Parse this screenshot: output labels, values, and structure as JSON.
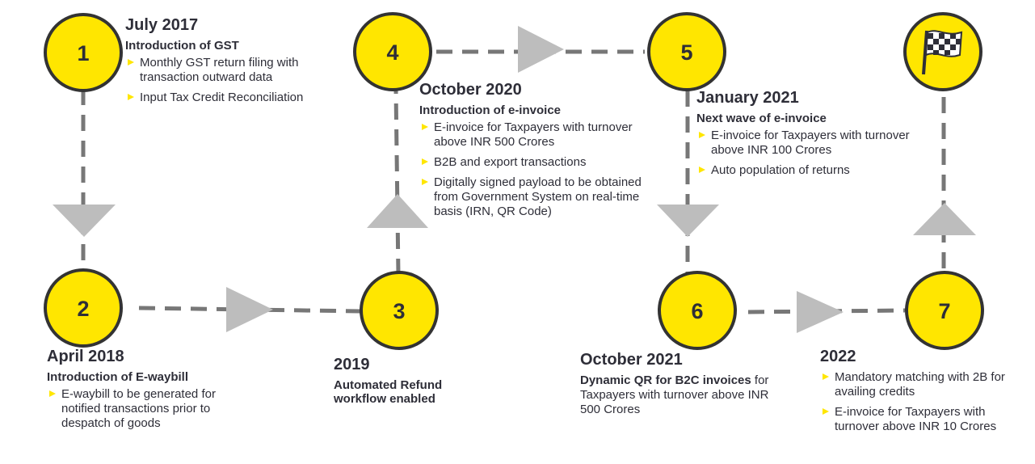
{
  "colors": {
    "circle_fill": "#ffe600",
    "circle_stroke": "#333333",
    "connector": "#777777",
    "arrow": "#bdbdbd",
    "bullet": "#ffe600"
  },
  "nodes": [
    {
      "number": "1"
    },
    {
      "number": "2"
    },
    {
      "number": "3"
    },
    {
      "number": "4"
    },
    {
      "number": "5"
    },
    {
      "number": "6"
    },
    {
      "number": "7"
    },
    {
      "icon": "checkered-flag-icon"
    }
  ],
  "milestones": [
    {
      "date": "July 2017",
      "heading": "Introduction of GST",
      "bullets": [
        "Monthly GST return filing with transaction outward data",
        "Input Tax Credit Reconciliation"
      ]
    },
    {
      "date": "April 2018",
      "heading": "Introduction of E-waybill",
      "bullets": [
        "E-waybill to be generated for notified transactions prior to despatch of goods"
      ]
    },
    {
      "date": "2019",
      "heading": "Automated Refund workflow enabled"
    },
    {
      "date": "October 2020",
      "heading": "Introduction of e-invoice",
      "bullets": [
        "E-invoice for Taxpayers with turnover above INR 500 Crores",
        "B2B and export transactions",
        "Digitally signed payload to be obtained from Government System on real-time basis (IRN, QR Code)"
      ]
    },
    {
      "date": "January 2021",
      "heading": "Next wave of e-invoice",
      "bullets": [
        "E-invoice for Taxpayers with turnover above INR 100 Crores",
        "Auto population of returns"
      ]
    },
    {
      "date": "October 2021",
      "heading_bold": "Dynamic QR for B2C invoices",
      "heading_rest": " for Taxpayers with turnover above INR 500 Crores"
    },
    {
      "date": "2022",
      "bullets": [
        "Mandatory matching with 2B for availing credits",
        "E-invoice for Taxpayers with turnover above INR 10 Crores"
      ]
    }
  ]
}
